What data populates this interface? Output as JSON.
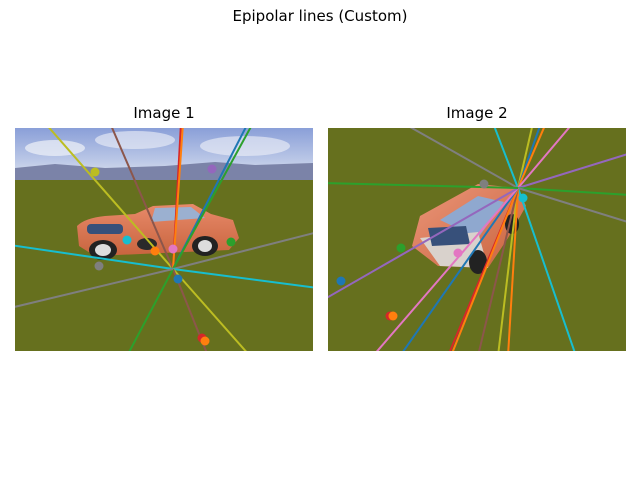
{
  "figure": {
    "title": "Epipolar lines (Custom)"
  },
  "panels": [
    {
      "title": "Image 1",
      "epipole": [
        158,
        141
      ],
      "colors": [
        "#1f77b4",
        "#ff7f0e",
        "#2ca02c",
        "#d62728",
        "#9467bd",
        "#8c564b",
        "#e377c2",
        "#7f7f7f",
        "#bcbd22",
        "#17becf"
      ],
      "lines": [
        {
          "color": "#bcbd22",
          "end": [
            30,
            -5
          ]
        },
        {
          "color": "#8c564b",
          "end": [
            95,
            -5
          ]
        },
        {
          "color": "#d62728",
          "end": [
            166,
            -5
          ]
        },
        {
          "color": "#ff7f0e",
          "end": [
            168,
            -5
          ]
        },
        {
          "color": "#1f77b4",
          "end": [
            233,
            -5
          ]
        },
        {
          "color": "#2ca02c",
          "end": [
            238,
            -5
          ]
        },
        {
          "color": "#7f7f7f",
          "end": [
            303,
            104
          ]
        },
        {
          "color": "#17becf",
          "end": [
            303,
            160
          ]
        },
        {
          "color": "#bcbd22",
          "end": [
            235,
            228
          ]
        },
        {
          "color": "#8c564b",
          "end": [
            193,
            228
          ]
        },
        {
          "color": "#2ca02c",
          "end": [
            112,
            228
          ]
        },
        {
          "color": "#17becf",
          "end": [
            -5,
            117
          ]
        },
        {
          "color": "#7f7f7f",
          "end": [
            -5,
            180
          ]
        }
      ],
      "points": [
        {
          "color": "#bcbd22",
          "pos": [
            80,
            44
          ]
        },
        {
          "color": "#9467bd",
          "pos": [
            197,
            41
          ]
        },
        {
          "color": "#17becf",
          "pos": [
            112,
            112
          ]
        },
        {
          "color": "#e377c2",
          "pos": [
            158,
            121
          ]
        },
        {
          "color": "#ff7f0e",
          "pos": [
            140,
            123
          ]
        },
        {
          "color": "#2ca02c",
          "pos": [
            216,
            114
          ]
        },
        {
          "color": "#7f7f7f",
          "pos": [
            84,
            138
          ]
        },
        {
          "color": "#1f77b4",
          "pos": [
            163,
            151
          ]
        },
        {
          "color": "#d62728",
          "pos": [
            187,
            210
          ]
        },
        {
          "color": "#ff7f0e",
          "pos": [
            190,
            213
          ]
        }
      ]
    },
    {
      "title": "Image 2",
      "epipole": [
        190,
        60
      ],
      "lines": [
        {
          "color": "#7f7f7f",
          "end": [
            75,
            -5
          ]
        },
        {
          "color": "#17becf",
          "end": [
            165,
            -5
          ]
        },
        {
          "color": "#bcbd22",
          "end": [
            205,
            -5
          ]
        },
        {
          "color": "#1f77b4",
          "end": [
            213,
            -5
          ]
        },
        {
          "color": "#ff7f0e",
          "end": [
            218,
            -5
          ]
        },
        {
          "color": "#e377c2",
          "end": [
            245,
            -5
          ]
        },
        {
          "color": "#9467bd",
          "end": [
            303,
            25
          ]
        },
        {
          "color": "#2ca02c",
          "end": [
            303,
            67
          ]
        },
        {
          "color": "#7f7f7f",
          "end": [
            303,
            95
          ]
        },
        {
          "color": "#17becf",
          "end": [
            248,
            228
          ]
        },
        {
          "color": "#bcbd22",
          "end": [
            170,
            228
          ]
        },
        {
          "color": "#ff7f0e",
          "end": [
            180,
            228
          ]
        },
        {
          "color": "#8c564b",
          "end": [
            150,
            228
          ]
        },
        {
          "color": "#d62728",
          "end": [
            120,
            228
          ]
        },
        {
          "color": "#ff7f0e",
          "end": [
            123,
            228
          ]
        },
        {
          "color": "#1f77b4",
          "end": [
            72,
            228
          ]
        },
        {
          "color": "#e377c2",
          "end": [
            45,
            228
          ]
        },
        {
          "color": "#9467bd",
          "end": [
            -5,
            172
          ]
        },
        {
          "color": "#2ca02c",
          "end": [
            -5,
            55
          ]
        }
      ],
      "points": [
        {
          "color": "#7f7f7f",
          "pos": [
            156,
            56
          ]
        },
        {
          "color": "#17becf",
          "pos": [
            195,
            70
          ]
        },
        {
          "color": "#2ca02c",
          "pos": [
            73,
            120
          ]
        },
        {
          "color": "#e377c2",
          "pos": [
            130,
            125
          ]
        },
        {
          "color": "#1f77b4",
          "pos": [
            13,
            153
          ]
        },
        {
          "color": "#d62728",
          "pos": [
            62,
            188
          ]
        },
        {
          "color": "#ff7f0e",
          "pos": [
            65,
            188
          ]
        }
      ]
    }
  ]
}
